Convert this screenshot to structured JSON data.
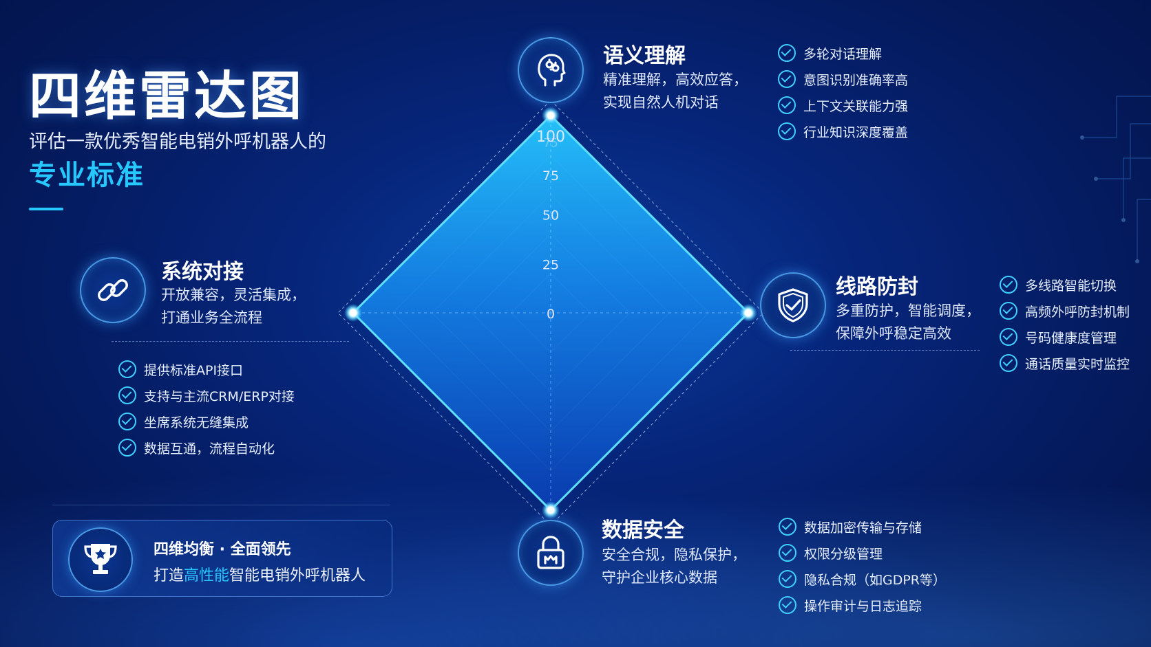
{
  "heading": {
    "title": "四维雷达图",
    "subtitle": "评估一款优秀智能电销外呼机器人的",
    "subtitle_highlight": "专业标准"
  },
  "dimensions": {
    "top": {
      "icon": "brain-head-icon",
      "title": "语义理解",
      "desc1": "精准理解，高效应答，",
      "desc2": "实现自然人机对话",
      "features": [
        "多轮对话理解",
        "意图识别准确率高",
        "上下文关联能力强",
        "行业知识深度覆盖"
      ]
    },
    "right": {
      "icon": "shield-check-icon",
      "title": "线路防封",
      "desc1": "多重防护，智能调度，",
      "desc2": "保障外呼稳定高效",
      "features": [
        "多线路智能切换",
        "高频外呼防封机制",
        "号码健康度管理",
        "通话质量实时监控"
      ]
    },
    "bottom": {
      "icon": "lock-icon",
      "title": "数据安全",
      "desc1": "安全合规，隐私保护，",
      "desc2": "守护企业核心数据",
      "features": [
        "数据加密传输与存储",
        "权限分级管理",
        "隐私合规（如GDPR等）",
        "操作审计与日志追踪"
      ]
    },
    "left": {
      "icon": "chain-link-icon",
      "title": "系统对接",
      "desc1": "开放兼容，灵活集成，",
      "desc2": "打通业务全流程",
      "features": [
        "提供标准API接口",
        "支持与主流CRM/ERP对接",
        "坐席系统无缝集成",
        "数据互通，流程自动化"
      ]
    }
  },
  "bottom_box": {
    "icon": "trophy-icon",
    "title": "四维均衡 · 全面领先",
    "sub_prefix": "打造",
    "sub_highlight": "高性能",
    "sub_suffix": "智能电销外呼机器人"
  },
  "chart_data": {
    "type": "radar",
    "axes": [
      "语义理解",
      "线路防封",
      "数据安全",
      "系统对接"
    ],
    "values": [
      100,
      100,
      100,
      100
    ],
    "range": [
      0,
      100
    ],
    "tick_labels": [
      "0",
      "25",
      "50",
      "75",
      "75",
      "100"
    ],
    "tick_values": [
      0,
      25,
      50,
      70,
      87,
      100
    ]
  },
  "colors": {
    "accent": "#27c8ff",
    "fill_light": "#1fb6ff",
    "fill_dark": "#0a49c8",
    "background": "#041a5c"
  }
}
